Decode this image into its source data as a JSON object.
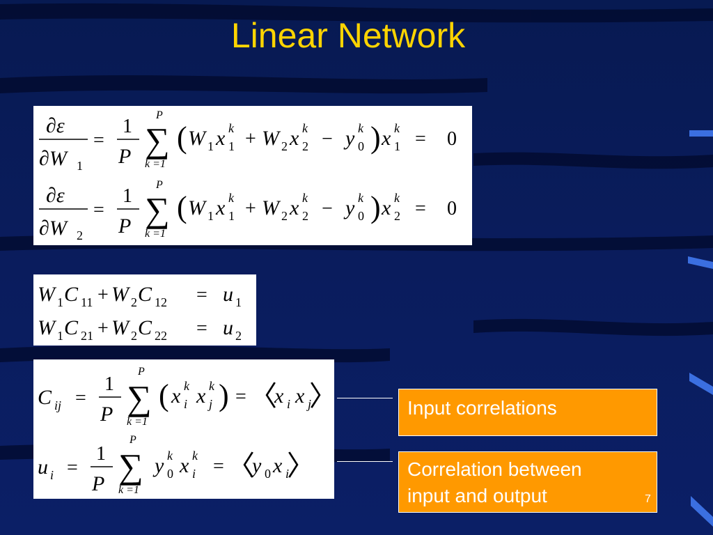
{
  "title": "Linear Network",
  "eq1": {
    "num": "∂ε",
    "den": "∂W",
    "den_sub": "1",
    "eq": "=",
    "one": "1",
    "P": "P",
    "sum": "∑",
    "sum_top": "P",
    "sum_bot": "k =1",
    "lp": "(",
    "W1": "W",
    "W1s": "1",
    "x1": "x",
    "x1s": "1",
    "x1k": "k",
    "plus": "+",
    "W2": "W",
    "W2s": "2",
    "x2": "x",
    "x2s": "2",
    "x2k": "k",
    "minus": "−",
    "y": "y",
    "ys": "0",
    "yk": "k",
    "rp": ")",
    "xe": "x",
    "xes": "1",
    "xek": "k",
    "eq2": "=",
    "zero": "0"
  },
  "eq2": {
    "num": "∂ε",
    "den": "∂W",
    "den_sub": "2",
    "eq": "=",
    "one": "1",
    "P": "P",
    "sum": "∑",
    "sum_top": "P",
    "sum_bot": "k =1",
    "lp": "(",
    "W1": "W",
    "W1s": "1",
    "x1": "x",
    "x1s": "1",
    "x1k": "k",
    "plus": "+",
    "W2": "W",
    "W2s": "2",
    "x2": "x",
    "x2s": "2",
    "x2k": "k",
    "minus": "−",
    "y": "y",
    "ys": "0",
    "yk": "k",
    "rp": ")",
    "xe": "x",
    "xes": "2",
    "xek": "k",
    "eq2": "=",
    "zero": "0"
  },
  "sys1": {
    "W1": "W",
    "W1s": "1",
    "C1": "C",
    "C1s": "11",
    "plus": "+",
    "W2": "W",
    "W2s": "2",
    "C2": "C",
    "C2s": "12",
    "eq": "=",
    "u": "u",
    "us": "1"
  },
  "sys2": {
    "W1": "W",
    "W1s": "1",
    "C1": "C",
    "C1s": "21",
    "plus": "+",
    "W2": "W",
    "W2s": "2",
    "C2": "C",
    "C2s": "22",
    "eq": "=",
    "u": "u",
    "us": "2"
  },
  "cdef": {
    "C": "C",
    "Cs": "ij",
    "eq": "=",
    "one": "1",
    "P": "P",
    "sum": "∑",
    "sum_top": "P",
    "sum_bot": "k =1",
    "lp": "(",
    "xi": "x",
    "xis": "i",
    "xik": "k",
    "xj": "x",
    "xjs": "j",
    "xjk": "k",
    "rp": ")",
    "eq2": "=",
    "la": "〈",
    "axi": "x",
    "axis": "i",
    "axj": "x",
    "axjs": "j",
    "ra": "〉"
  },
  "udef": {
    "u": "u",
    "us": "i",
    "eq": "=",
    "one": "1",
    "P": "P",
    "sum": "∑",
    "sum_top": "P",
    "sum_bot": "k =1",
    "y": "y",
    "ys": "0",
    "yk": "k",
    "x": "x",
    "xs": "i",
    "xk": "k",
    "eq2": "=",
    "la": "〈",
    "ay": "y",
    "ays": "0",
    "ax": "x",
    "axs": "i",
    "ra": "〉"
  },
  "callouts": {
    "input": "Input correlations",
    "io_line1": "Correlation between",
    "io_line2": "input and output"
  },
  "page_number": "7",
  "colors": {
    "title": "#ffd400",
    "callout_bg": "#ff9900",
    "background": "#0a1c5c"
  }
}
